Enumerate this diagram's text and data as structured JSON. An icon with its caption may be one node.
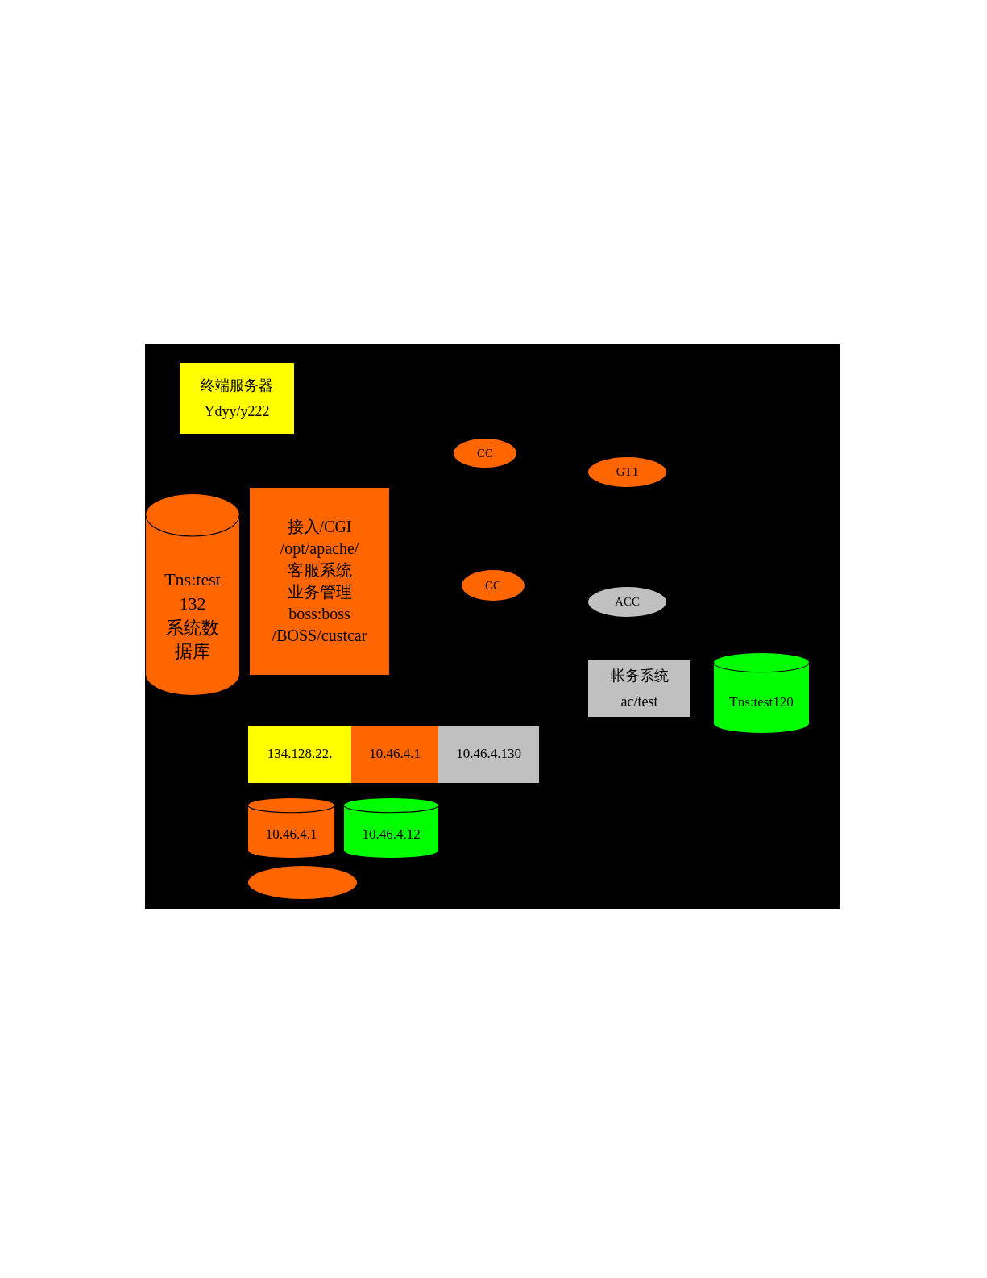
{
  "diagram": {
    "nodes": [
      {
        "text": [
          "终端服务器",
          "Ydyy/y222"
        ]
      },
      {
        "text": [
          "Tns:test132",
          "系统数据库"
        ]
      },
      {
        "text": [
          "接入/CGI",
          "/opt/apache/",
          "客服系统",
          "业务管理",
          "boss:boss",
          "/BOSS/custcar"
        ]
      },
      {
        "text": [
          "CC"
        ]
      },
      {
        "text": [
          "GT1"
        ]
      },
      {
        "text": [
          "CC"
        ]
      },
      {
        "text": [
          "ACC"
        ]
      },
      {
        "text": [
          "帐务系统",
          "ac/test"
        ]
      },
      {
        "text": [
          "Tns:test120"
        ]
      },
      {
        "text": [
          "134.128.22."
        ]
      },
      {
        "text": [
          "10.46.4.1"
        ]
      },
      {
        "text": [
          "10.46.4.130"
        ]
      },
      {
        "text": [
          "10.46.4.1"
        ]
      },
      {
        "text": [
          "10.46.4.12"
        ]
      },
      {
        "text": [],
        "shape": "ellipse"
      }
    ],
    "edges": []
  }
}
